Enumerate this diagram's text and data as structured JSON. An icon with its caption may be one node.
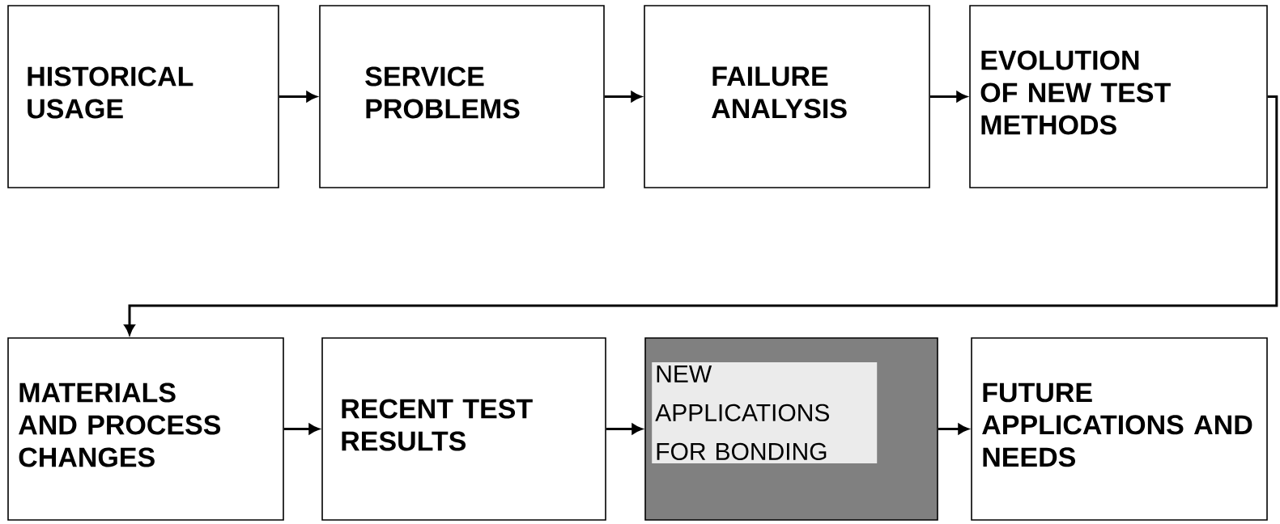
{
  "diagram": {
    "nodes": [
      {
        "text": [
          "HISTORICAL USAGE"
        ]
      },
      {
        "text": [
          "SERVICE PROBLEMS"
        ]
      },
      {
        "text": [
          "FAILURE ANALYSIS"
        ]
      },
      {
        "text": [
          "EVOLUTION OF NEW TEST METHODS"
        ]
      },
      {
        "text": [
          "MATERIALS AND PROCESS CHANGES"
        ]
      },
      {
        "text": [
          "RECENT TEST RESULTS"
        ]
      },
      {
        "text": [
          "NEW APPLICATIONS FOR BONDING"
        ]
      },
      {
        "text": [
          "FUTURE APPLICATIONS AND NEEDS"
        ]
      }
    ],
    "edges": [
      {
        "from": 0,
        "to": 1,
        "arrow": "to"
      },
      {
        "from": 1,
        "to": 2,
        "arrow": "to"
      },
      {
        "from": 2,
        "to": 3,
        "arrow": "to"
      },
      {
        "from": 3,
        "to": 4,
        "arrow": "to"
      },
      {
        "from": 4,
        "to": 5,
        "arrow": "to"
      },
      {
        "from": 5,
        "to": 6,
        "arrow": "to"
      },
      {
        "from": 6,
        "to": 7,
        "arrow": "to"
      }
    ]
  }
}
